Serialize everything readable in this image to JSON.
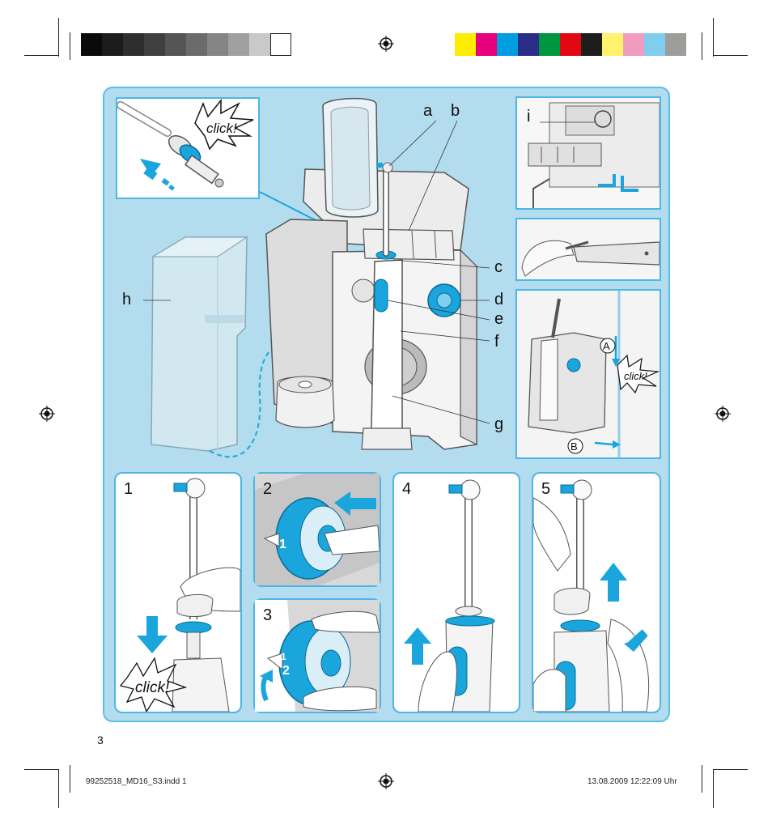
{
  "color_bar": {
    "gray_swatches": [
      "#0a0a0a",
      "#1c1c1c",
      "#2e2e2e",
      "#3f3f3f",
      "#555555",
      "#6b6b6b",
      "#858585",
      "#a0a0a0",
      "#c9c9c9",
      "#ffffff"
    ],
    "color_swatches": [
      "#ffed00",
      "#e5007d",
      "#009ee0",
      "#2a2e86",
      "#00963f",
      "#e30613",
      "#1d1d1b",
      "#fff36b",
      "#f29bc1",
      "#7fcdef",
      "#9d9d9c"
    ]
  },
  "colors": {
    "panel_bg": "#b3dcef",
    "panel_border": "#5bbfe6",
    "accent_blue": "#1aa6dd"
  },
  "main_diagram": {
    "labels": {
      "a": "a",
      "b": "b",
      "c": "c",
      "d": "d",
      "e": "e",
      "f": "f",
      "g": "g",
      "h": "h"
    },
    "nozzle_click": "click!"
  },
  "side_panels": {
    "i_label": "i",
    "clip_label_a": "A",
    "clip_label_b": "B",
    "clip_click": "click!"
  },
  "steps": {
    "s1": {
      "number": "1",
      "click": "click!"
    },
    "s2": {
      "number": "2",
      "dial_mark": "1"
    },
    "s3": {
      "number": "3",
      "dial_mark_1": "1",
      "dial_mark_2": "2"
    },
    "s4": {
      "number": "4"
    },
    "s5": {
      "number": "5"
    }
  },
  "page_number": "3",
  "footer": {
    "file": "99252518_MD16_S3.indd   1",
    "timestamp": "13.08.2009   12:22:09 Uhr"
  }
}
